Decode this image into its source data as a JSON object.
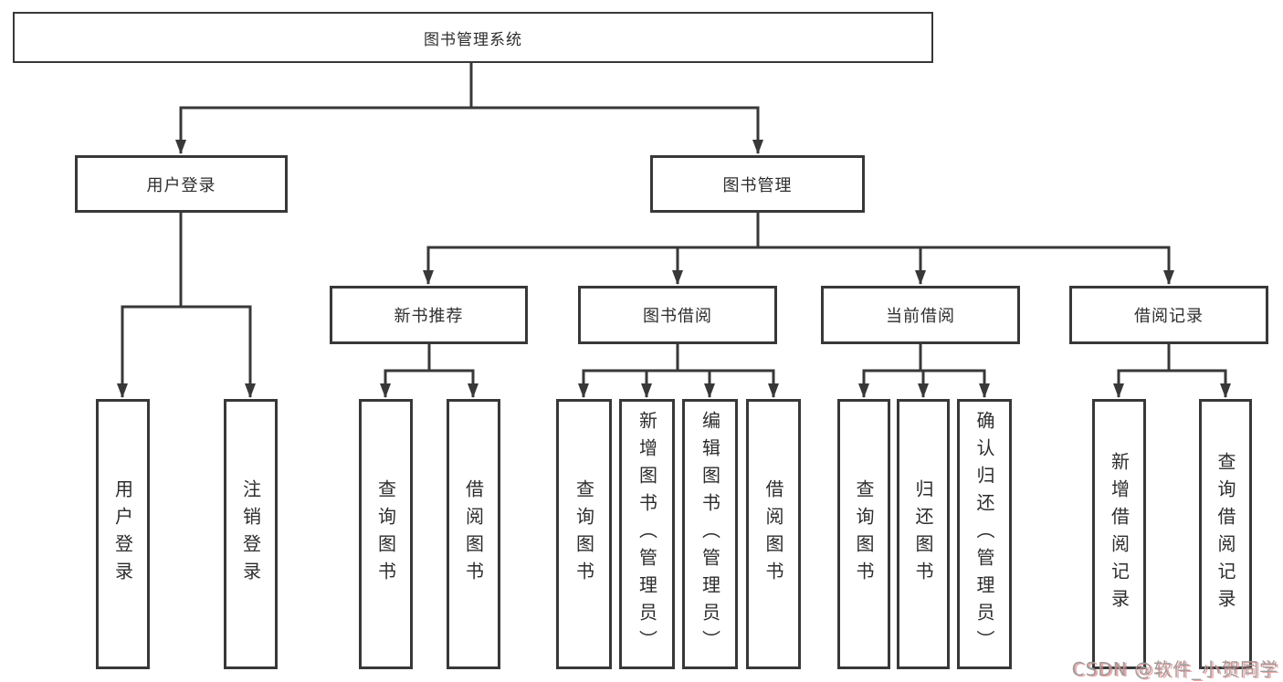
{
  "diagram": {
    "title": "图书管理系统",
    "root": {
      "label": "图书管理系统"
    },
    "level1": [
      {
        "label": "用户登录"
      },
      {
        "label": "图书管理"
      }
    ],
    "level2": [
      {
        "label": "新书推荐"
      },
      {
        "label": "图书借阅"
      },
      {
        "label": "当前借阅"
      },
      {
        "label": "借阅记录"
      }
    ],
    "leaves": [
      {
        "label": "用户登录",
        "parent": "用户登录"
      },
      {
        "label": "注销登录",
        "parent": "用户登录"
      },
      {
        "label": "查询图书",
        "parent": "新书推荐"
      },
      {
        "label": "借阅图书",
        "parent": "新书推荐"
      },
      {
        "label": "查询图书",
        "parent": "图书借阅"
      },
      {
        "label": "新增图书（管理员）",
        "parent": "图书借阅"
      },
      {
        "label": "编辑图书（管理员）",
        "parent": "图书借阅"
      },
      {
        "label": "借阅图书",
        "parent": "图书借阅"
      },
      {
        "label": "查询图书",
        "parent": "当前借阅"
      },
      {
        "label": "归还图书",
        "parent": "当前借阅"
      },
      {
        "label": "确认归还（管理员）",
        "parent": "当前借阅"
      },
      {
        "label": "新增借阅记录",
        "parent": "借阅记录"
      },
      {
        "label": "查询借阅记录",
        "parent": "借阅记录"
      }
    ],
    "watermark": "CSDN @软件_小贺同学",
    "colors": {
      "line": "#383838",
      "box_border": "#383838",
      "box_fill": "#ffffff",
      "text": "#2d2d2d",
      "watermark_gray": "#9d9d9d",
      "watermark_red": "#eb7878",
      "background": "#ffffff"
    }
  }
}
